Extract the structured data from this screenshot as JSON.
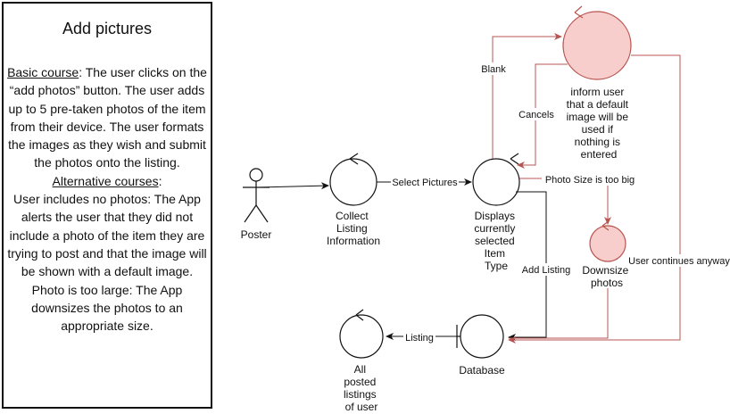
{
  "description_box": {
    "title": "Add pictures",
    "basic_label": "Basic course",
    "basic_text": ": The user clicks on the “add photos” button. The user adds up to 5 pre-taken photos of the item from their device. The user formats the images as they wish and submit the photos onto the listing.",
    "alt_label": "Alternative courses",
    "alt_colon": ":",
    "alt_text_1": "User includes no photos: The App alerts the user that they did not include a photo of the item they are trying to post and that the image will be shown with a default image.",
    "alt_text_2": "Photo is too large: The App downsizes the photos to an appropriate size."
  },
  "nodes": {
    "actor": {
      "label": "Poster"
    },
    "collect": {
      "lines": [
        "Collect",
        "Listing",
        "Information"
      ]
    },
    "displays": {
      "lines": [
        "Displays",
        "currently",
        "selected",
        "Item",
        "Type"
      ]
    },
    "inform": {
      "lines": [
        "inform user",
        "that a default",
        "image will be",
        "used if",
        "nothing is",
        "entered"
      ]
    },
    "downsize": {
      "lines": [
        "Downsize",
        "photos"
      ]
    },
    "database": {
      "label": "Database"
    },
    "all_listings": {
      "lines": [
        "All",
        "posted",
        "listings",
        "of user"
      ]
    }
  },
  "edges": {
    "select_pictures": "Select Pictures",
    "blank": "Blank",
    "cancels": "Cancels",
    "photo_size_big": "Photo Size is too big",
    "add_listing": "Add Listing",
    "user_continues": "User continues anyway",
    "listing": "Listing"
  },
  "colors": {
    "black": "#111111",
    "red_stroke": "#b85450",
    "red_fill": "#f8cecc"
  }
}
